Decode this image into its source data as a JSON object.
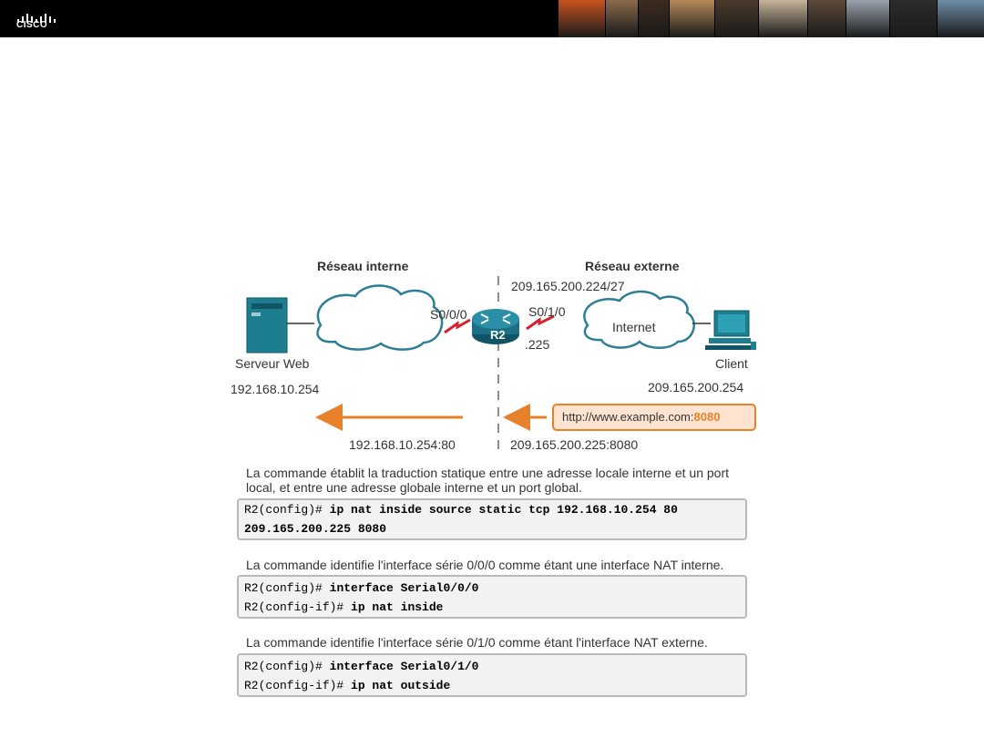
{
  "header": {
    "logo_text": "CISCO",
    "photo_colors": [
      "#c9531e",
      "#8a6a4b",
      "#3d2b1f",
      "#b68a5a",
      "#4a3a2a",
      "#c7b39a",
      "#5d4a3a",
      "#9aa3ad",
      "#2c2c2c",
      "#6e8ea6"
    ]
  },
  "diagram": {
    "internal_network_label": "Réseau interne",
    "external_network_label": "Réseau externe",
    "subnet_label": "209.165.200.224/27",
    "s000_label": "S0/0/0",
    "s010_label": "S0/1/0",
    "router_label": "R2",
    "router_suffix_label": ".225",
    "internet_label": "Internet",
    "server_label": "Serveur Web",
    "server_ip": "192.168.10.254",
    "client_label": "Client",
    "client_ip": "209.165.200.254",
    "url_prefix": "http://www.example.com:",
    "url_port": "8080",
    "inside_socket": "192.168.10.254:80",
    "outside_socket": "209.165.200.225:8080",
    "colors": {
      "arrow": "#e8812c",
      "serial_link": "#d3232e",
      "router": "#1c6f84",
      "cloud_stroke": "#2c7f96"
    }
  },
  "commands": [
    {
      "description": "La commande établit la traduction statique entre une adresse locale interne et un port local, et entre une adresse globale interne et un port global.",
      "lines": [
        {
          "prompt": "R2(config)#",
          "command": "ip nat inside source static tcp 192.168.10.254 80"
        },
        {
          "prompt": "",
          "command": "209.165.200.225 8080"
        }
      ]
    },
    {
      "description": "La commande identifie l'interface série 0/0/0 comme étant une interface NAT interne.",
      "lines": [
        {
          "prompt": "R2(config)#",
          "command": "interface Serial0/0/0"
        },
        {
          "prompt": "R2(config-if)#",
          "command": "ip nat inside"
        }
      ]
    },
    {
      "description": "La commande identifie l'interface série 0/1/0 comme étant l'interface NAT externe.",
      "lines": [
        {
          "prompt": "R2(config)#",
          "command": "interface Serial0/1/0"
        },
        {
          "prompt": "R2(config-if)#",
          "command": "ip nat outside"
        }
      ]
    }
  ]
}
